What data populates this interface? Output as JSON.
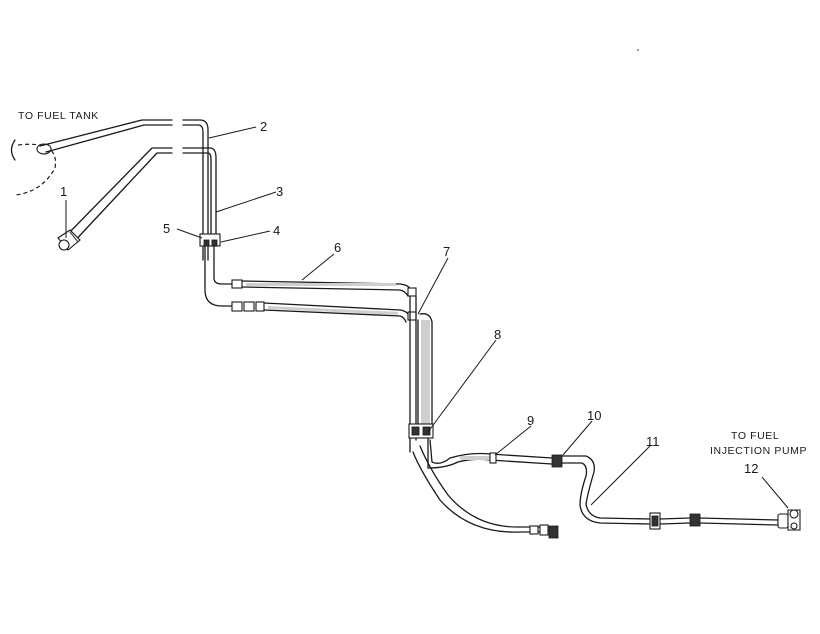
{
  "diagram": {
    "notes": {
      "fuel_tank": "TO FUEL TANK",
      "injection_pump_line1": "TO FUEL",
      "injection_pump_line2": "INJECTION PUMP"
    },
    "callouts": [
      "1",
      "2",
      "3",
      "4",
      "5",
      "6",
      "7",
      "8",
      "9",
      "10",
      "11",
      "12"
    ]
  }
}
